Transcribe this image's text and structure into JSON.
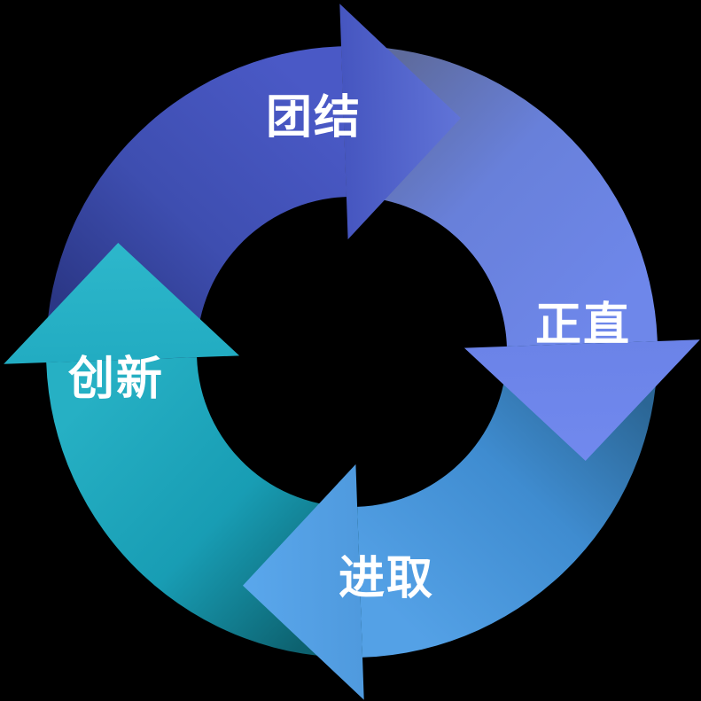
{
  "diagram": {
    "type": "cycle-arrows",
    "direction": "clockwise",
    "background_color": "#000000",
    "label_color": "#ffffff",
    "items": [
      {
        "position": "top",
        "label": "团结",
        "colors": {
          "tail": "#2b3786",
          "mid": "#3e4eb0",
          "head": "#4a59c6",
          "arrow_base": "#4656c0",
          "arrow_tip": "#6174d8"
        }
      },
      {
        "position": "right",
        "label": "正直",
        "colors": {
          "tail": "#5e6b9e",
          "mid": "#6880da",
          "head": "#6e87ea",
          "arrow_base": "#6b83e8",
          "arrow_tip": "#7189ee"
        }
      },
      {
        "position": "bottom",
        "label": "进取",
        "colors": {
          "tail": "#2b6695",
          "mid": "#3f8cd0",
          "head": "#54a1e6",
          "arrow_base": "#4f9ade",
          "arrow_tip": "#5aa7ec"
        }
      },
      {
        "position": "left",
        "label": "创新",
        "colors": {
          "tail": "#0d6270",
          "mid": "#189db4",
          "head": "#26b0c4",
          "arrow_base": "#22acc2",
          "arrow_tip": "#2db7cb"
        }
      }
    ]
  }
}
